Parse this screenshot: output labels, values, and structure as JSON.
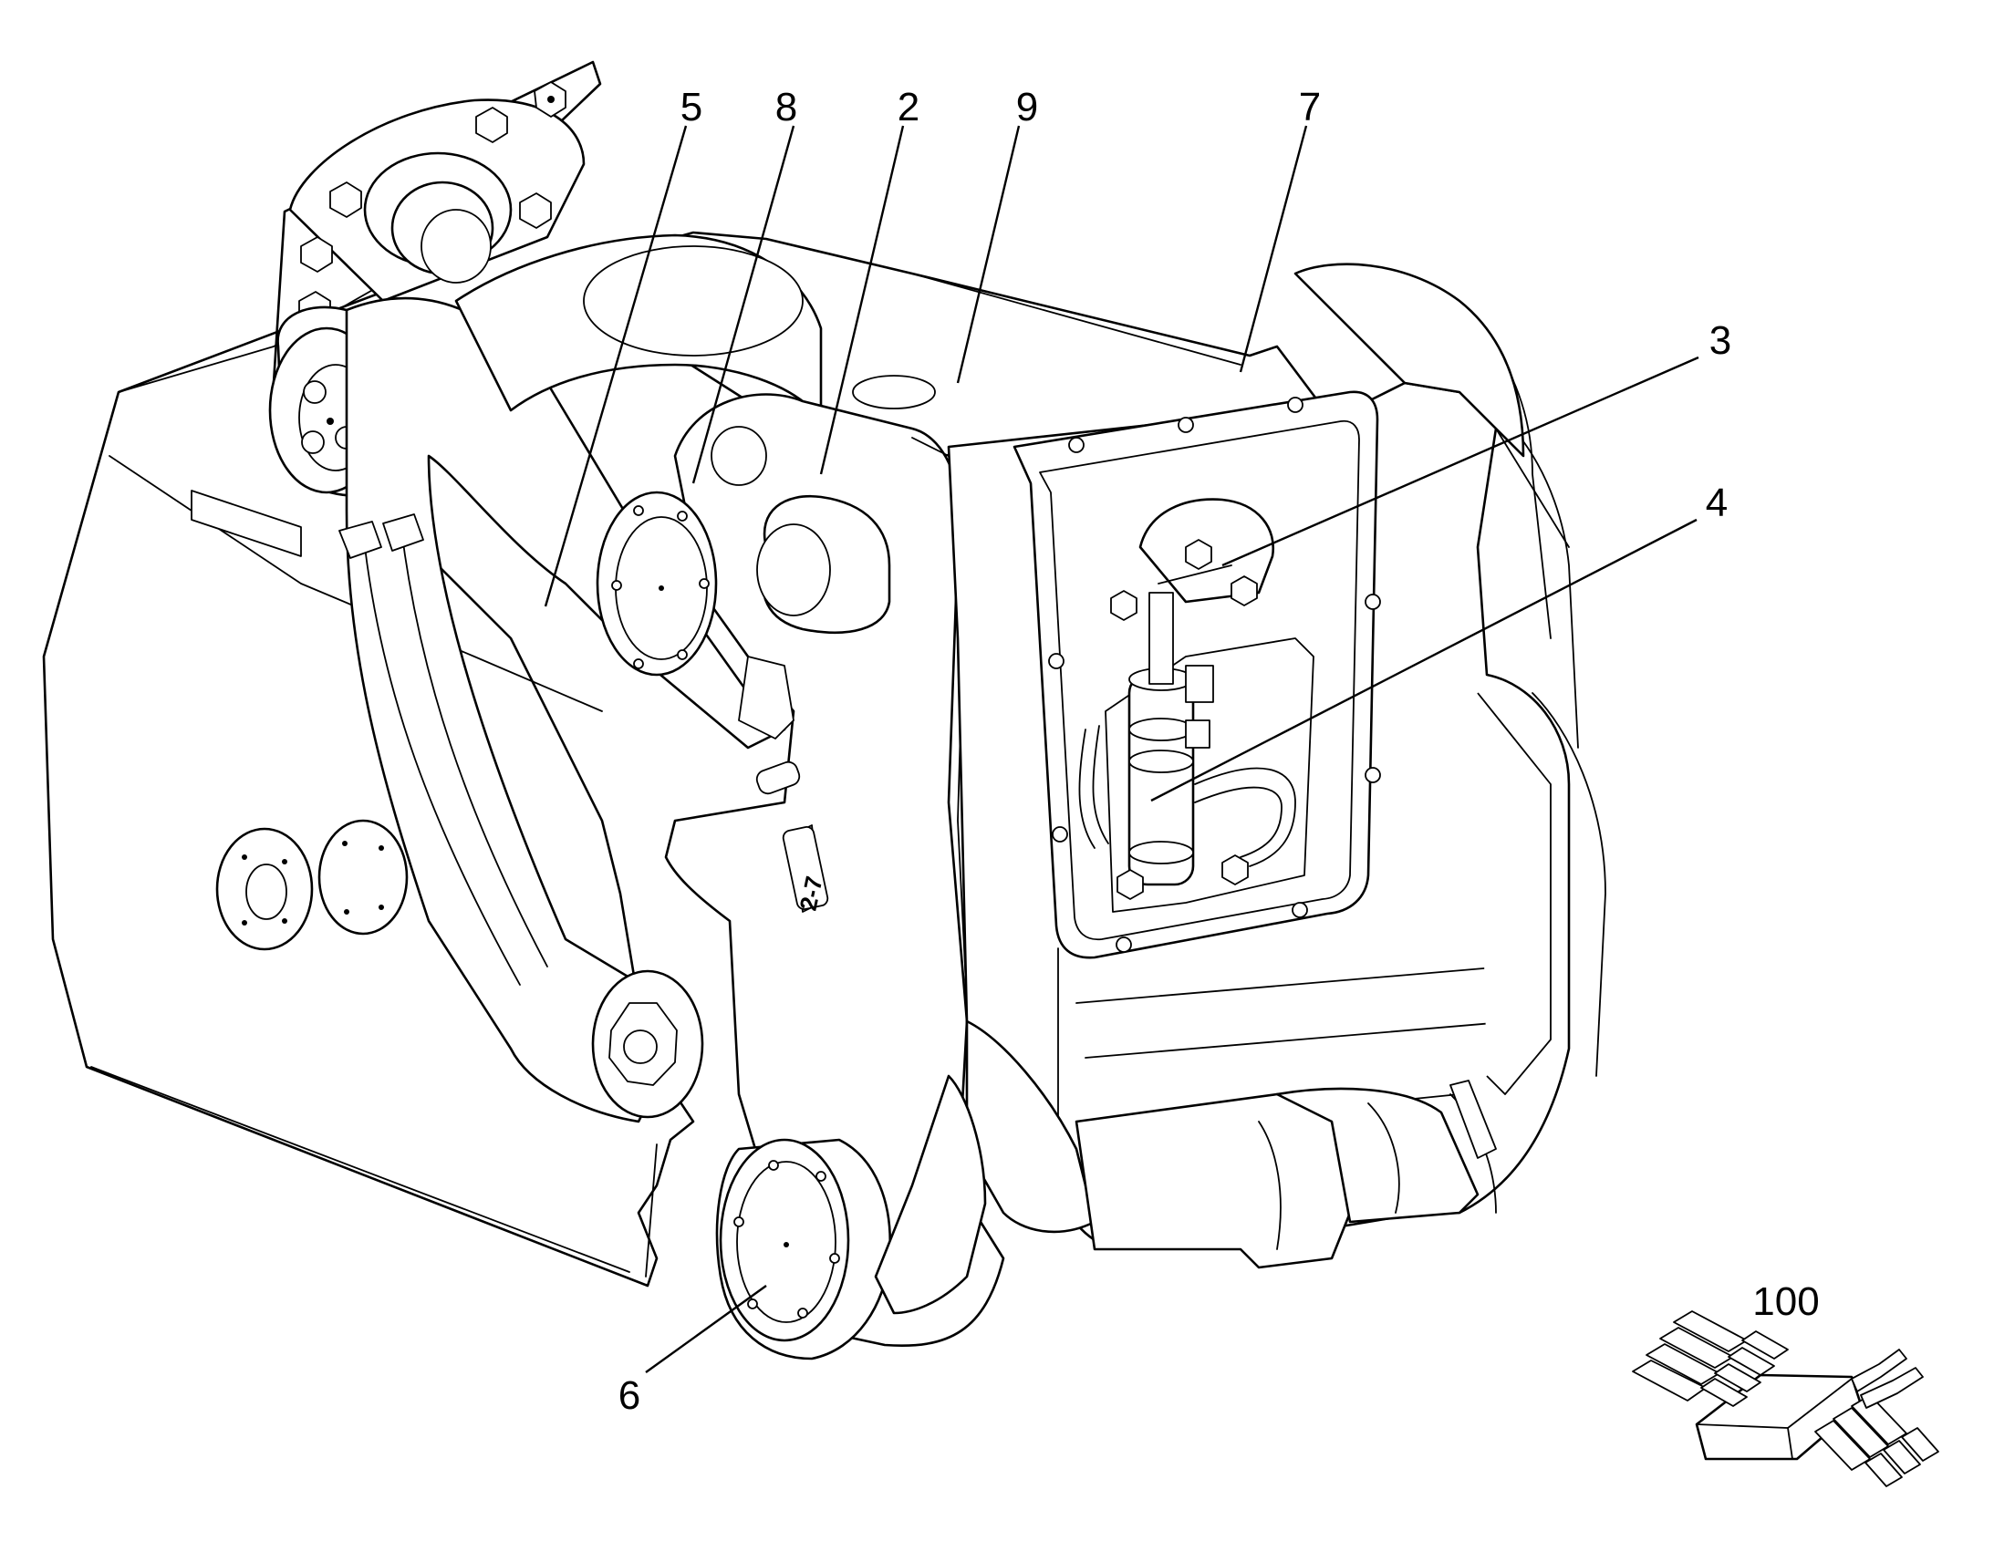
{
  "callouts": [
    {
      "id": "5",
      "label": "5"
    },
    {
      "id": "8",
      "label": "8"
    },
    {
      "id": "2",
      "label": "2"
    },
    {
      "id": "9",
      "label": "9"
    },
    {
      "id": "7",
      "label": "7"
    },
    {
      "id": "3",
      "label": "3"
    },
    {
      "id": "4",
      "label": "4"
    },
    {
      "id": "6",
      "label": "6"
    },
    {
      "id": "100",
      "label": "100"
    }
  ],
  "decal_text": "2-7"
}
